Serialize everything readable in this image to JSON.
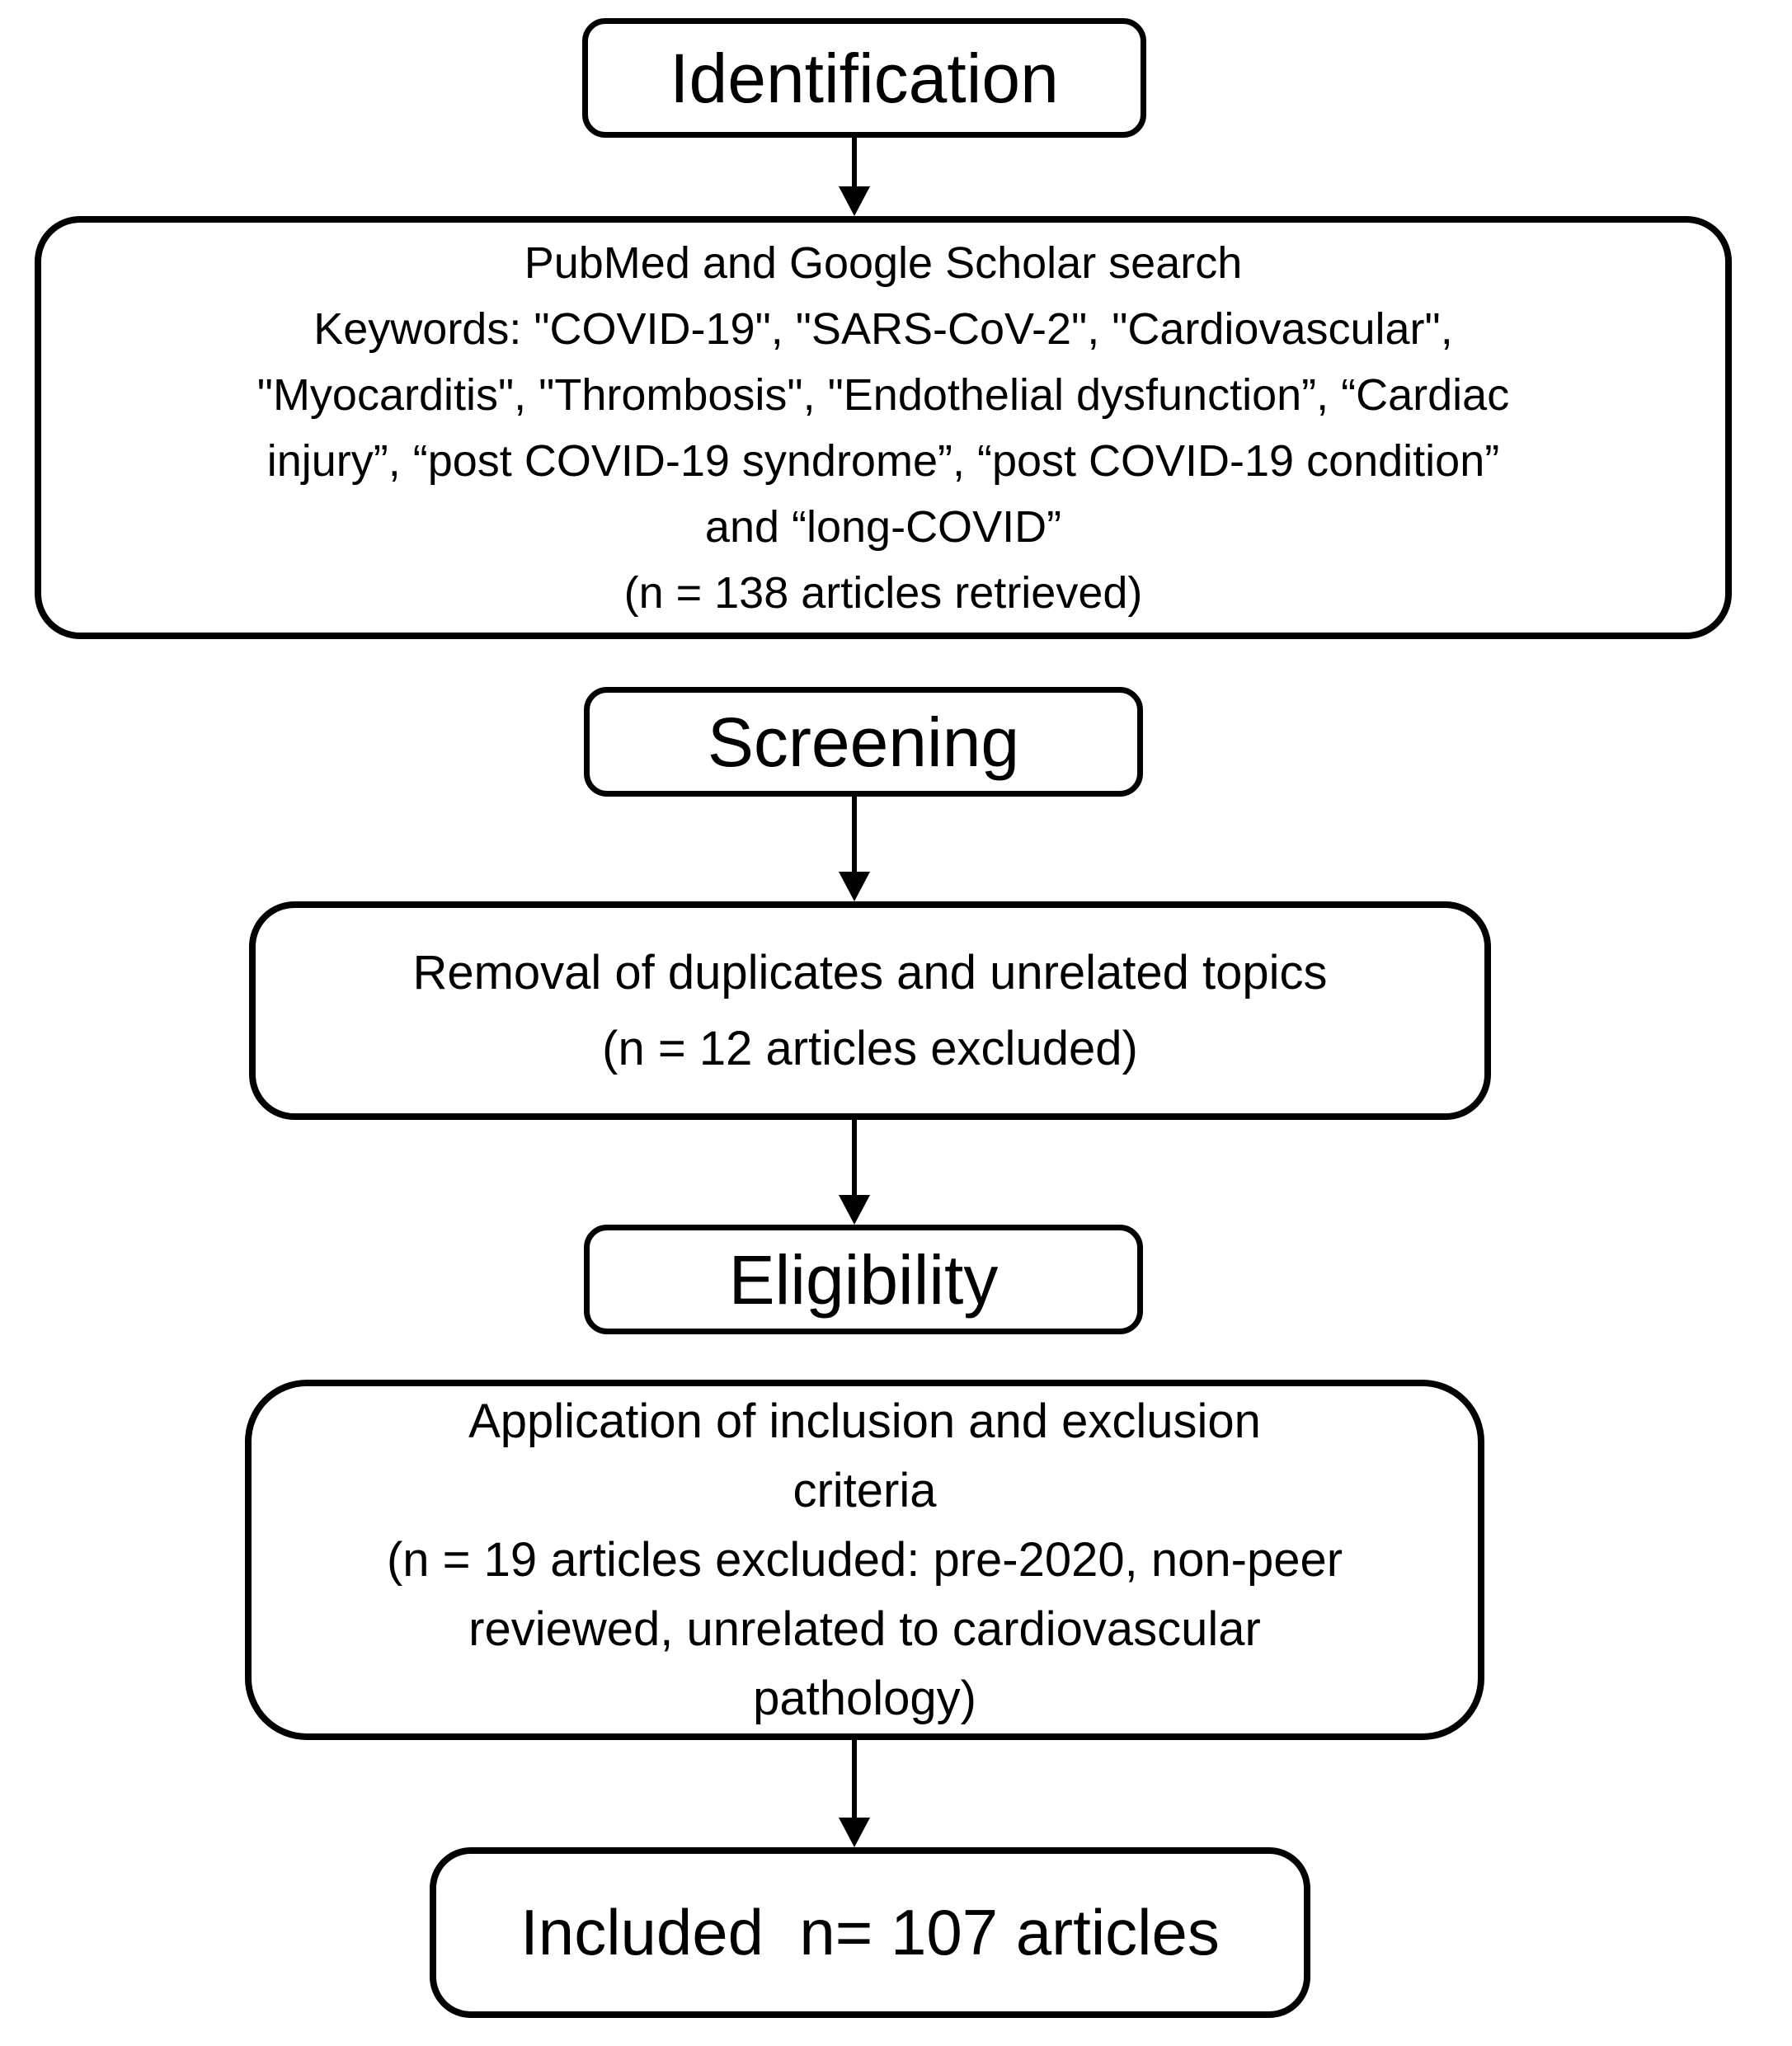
{
  "colors": {
    "background": "#ffffff",
    "border": "#000000",
    "text": "#000000"
  },
  "nodes": {
    "identification": {
      "label": "Identification"
    },
    "search": {
      "lines": [
        "PubMed and Google Scholar search",
        "Keywords: \"COVID-19\", \"SARS-CoV-2\", \"Cardiovascular\",",
        "\"Myocarditis\", \"Thrombosis\", \"Endothelial dysfunction”, “Cardiac",
        "injury”, “post COVID-19 syndrome”, “post COVID-19 condition”",
        "and “long-COVID”",
        "(n = 138 articles retrieved)"
      ]
    },
    "screening": {
      "label": "Screening"
    },
    "removal": {
      "lines": [
        "Removal of duplicates and unrelated topics",
        "(n = 12 articles excluded)"
      ]
    },
    "eligibility": {
      "label": "Eligibility"
    },
    "criteria": {
      "lines": [
        "Application of inclusion and exclusion",
        "criteria",
        "(n = 19 articles excluded: pre-2020, non-peer",
        "reviewed, unrelated to cardiovascular",
        "pathology)"
      ]
    },
    "included": {
      "label": "Included  n= 107 articles"
    }
  }
}
